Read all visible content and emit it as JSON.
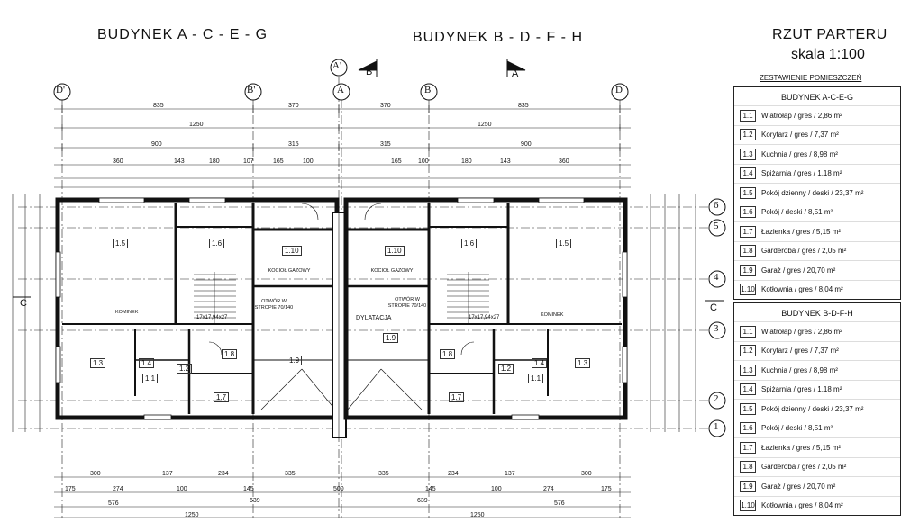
{
  "titles": {
    "left": "BUDYNEK A - C - E - G",
    "center": "BUDYNEK  B - D - F - H",
    "right_1": "RZUT PARTERU",
    "right_2": "skala 1:100"
  },
  "summary_title": "ZESTAWIENIE POMIESZCZEŃ",
  "legend_a": {
    "heading": "BUDYNEK A-C-E-G",
    "rows": [
      {
        "num": "1.1",
        "text": "Wiatrołap / gres / 2,86 m²"
      },
      {
        "num": "1.2",
        "text": "Korytarz / gres / 7,37 m²"
      },
      {
        "num": "1.3",
        "text": "Kuchnia / gres / 8,98 m²"
      },
      {
        "num": "1.4",
        "text": "Spiżarnia / gres / 1,18 m²"
      },
      {
        "num": "1.5",
        "text": "Pokój dzienny / deski / 23,37 m²"
      },
      {
        "num": "1.6",
        "text": "Pokój / deski / 8,51 m²"
      },
      {
        "num": "1.7",
        "text": "Łazienka / gres / 5,15 m²"
      },
      {
        "num": "1.8",
        "text": "Garderoba / gres / 2,05 m²"
      },
      {
        "num": "1.9",
        "text": "Garaż / gres / 20,70 m²"
      },
      {
        "num": "1.10",
        "text": "Kotłownia / gres / 8,04 m²"
      }
    ]
  },
  "legend_b": {
    "heading": "BUDYNEK B-D-F-H",
    "rows": [
      {
        "num": "1.1",
        "text": "Wiatrołap / gres / 2,86 m²"
      },
      {
        "num": "1.2",
        "text": "Korytarz / gres / 7,37 m²"
      },
      {
        "num": "1.3",
        "text": "Kuchnia / gres / 8,98 m²"
      },
      {
        "num": "1.4",
        "text": "Spiżarnia / gres / 1,18 m²"
      },
      {
        "num": "1.5",
        "text": "Pokój dzienny / deski / 23,37 m²"
      },
      {
        "num": "1.6",
        "text": "Pokój / deski / 8,51 m²"
      },
      {
        "num": "1.7",
        "text": "Łazienka / gres / 5,15 m²"
      },
      {
        "num": "1.8",
        "text": "Garderoba / gres / 2,05 m²"
      },
      {
        "num": "1.9",
        "text": "Garaż / gres / 20,70 m²"
      },
      {
        "num": "1.10",
        "text": "Kotłownia / gres / 8,04 m²"
      }
    ]
  },
  "axes": {
    "top_labels": [
      "D'",
      "B'",
      "A'",
      "A",
      "B",
      "D"
    ],
    "right_labels": [
      "6",
      "5",
      "4",
      "3",
      "2",
      "1"
    ],
    "section_b": "B",
    "section_a": "A",
    "section_c": "C"
  },
  "dims": {
    "top_row1": [
      "835",
      "370",
      "370",
      "835"
    ],
    "top_row2": [
      "1250",
      "1250"
    ],
    "top_row3": [
      "900",
      "315",
      "315",
      "900"
    ],
    "top_row4": [
      "360",
      "143",
      "180",
      "107",
      "165",
      "100",
      "165",
      "100",
      "180",
      "143",
      "360"
    ],
    "bottom_row1": [
      "300",
      "137",
      "234",
      "335",
      "335",
      "234",
      "137",
      "300"
    ],
    "bottom_row2": [
      "175",
      "274",
      "100",
      "145",
      "500",
      "145",
      "100",
      "274",
      "175"
    ],
    "bottom_row3": [
      "576",
      "576"
    ],
    "bottom_row4": [
      "639",
      "639"
    ],
    "bottom_row5": [
      "1250",
      "1250"
    ]
  },
  "rooms": {
    "left": {
      "r15": "1.5",
      "r16": "1.6",
      "r110": "1.10",
      "r13": "1.3",
      "r14": "1.4",
      "r11": "1.1",
      "r12": "1.2",
      "r17": "1.7",
      "r18": "1.8",
      "r19": "1.9",
      "kociol": "KOCIOŁ GAZOWY",
      "otwor": "OTWÓR W STROPIE 70/140",
      "kominek": "KOMINEK",
      "stairs": "17x17,94x27"
    },
    "right": {
      "r15": "1.5",
      "r16": "1.6",
      "r110": "1.10",
      "r13": "1.3",
      "r14": "1.4",
      "r11": "1.1",
      "r12": "1.2",
      "r17": "1.7",
      "r18": "1.8",
      "r19": "1.9",
      "kociol": "KOCIOŁ GAZOWY",
      "otwor": "OTWÓR W STROPIE 70/140",
      "kominek": "KOMINEK",
      "stairs": "17x17,94x27"
    },
    "dylatacja": "DYLATACJA"
  }
}
